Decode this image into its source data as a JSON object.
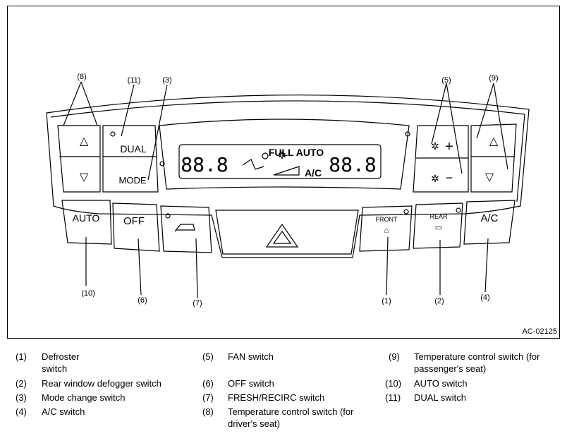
{
  "figure_id": "AC-02125",
  "panel": {
    "dual_label": "DUAL",
    "mode_label": "MODE",
    "auto_label": "AUTO",
    "off_label": "OFF",
    "ac_label": "A/C",
    "front_label": "FRONT",
    "rear_label": "REAR",
    "display_full_auto": "FULL AUTO",
    "display_ac": "A/C",
    "display_digits_left": "88.8",
    "display_digits_right": "88.8",
    "fan_plus": "+",
    "fan_minus": "−",
    "temp_up": "△",
    "temp_down": "▽"
  },
  "callouts": {
    "c8": "(8)",
    "c11": "(11)",
    "c3": "(3)",
    "c5": "(5)",
    "c9": "(9)",
    "c10": "(10)",
    "c6": "(6)",
    "c7": "(7)",
    "c1": "(1)",
    "c2": "(2)",
    "c4": "(4)"
  },
  "legend": {
    "i1": {
      "num": "(1)",
      "text": "Defroster switch"
    },
    "i2": {
      "num": "(2)",
      "text": "Rear window defogger switch"
    },
    "i3": {
      "num": "(3)",
      "text": "Mode change switch"
    },
    "i4": {
      "num": "(4)",
      "text": "A/C switch"
    },
    "i5": {
      "num": "(5)",
      "text": "FAN switch"
    },
    "i6": {
      "num": "(6)",
      "text": "OFF switch"
    },
    "i7": {
      "num": "(7)",
      "text": "FRESH/RECIRC switch"
    },
    "i8": {
      "num": "(8)",
      "text_l1": "Temperature control switch (for",
      "text_l2": "driver's seat)"
    },
    "i9": {
      "num": "(9)",
      "text_l1": "Temperature control switch (for",
      "text_l2": "passenger's seat)"
    },
    "i10": {
      "num": "(10)",
      "text": "AUTO switch"
    },
    "i11": {
      "num": "(11)",
      "text": "DUAL switch"
    }
  }
}
